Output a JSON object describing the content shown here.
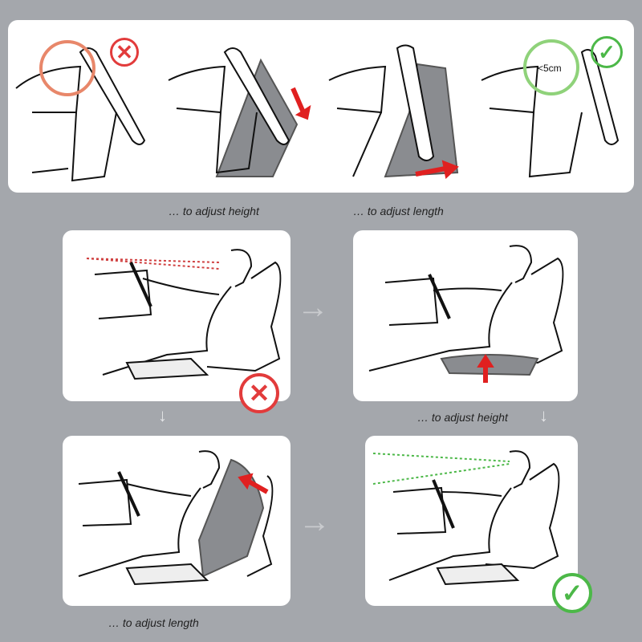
{
  "top_panel": {
    "distance_label": "<5cm"
  },
  "captions": {
    "top_height": "… to adjust height",
    "top_length": "… to adjust length",
    "middle_height": "… to adjust height",
    "bottom_length": "… to adjust length"
  },
  "colors": {
    "wrong": "#e23b3b",
    "correct": "#4cb848",
    "arrow": "#e02020",
    "bad_circle": "#e8876a",
    "good_circle": "#8fd27a",
    "shade": "#8a8c90"
  }
}
